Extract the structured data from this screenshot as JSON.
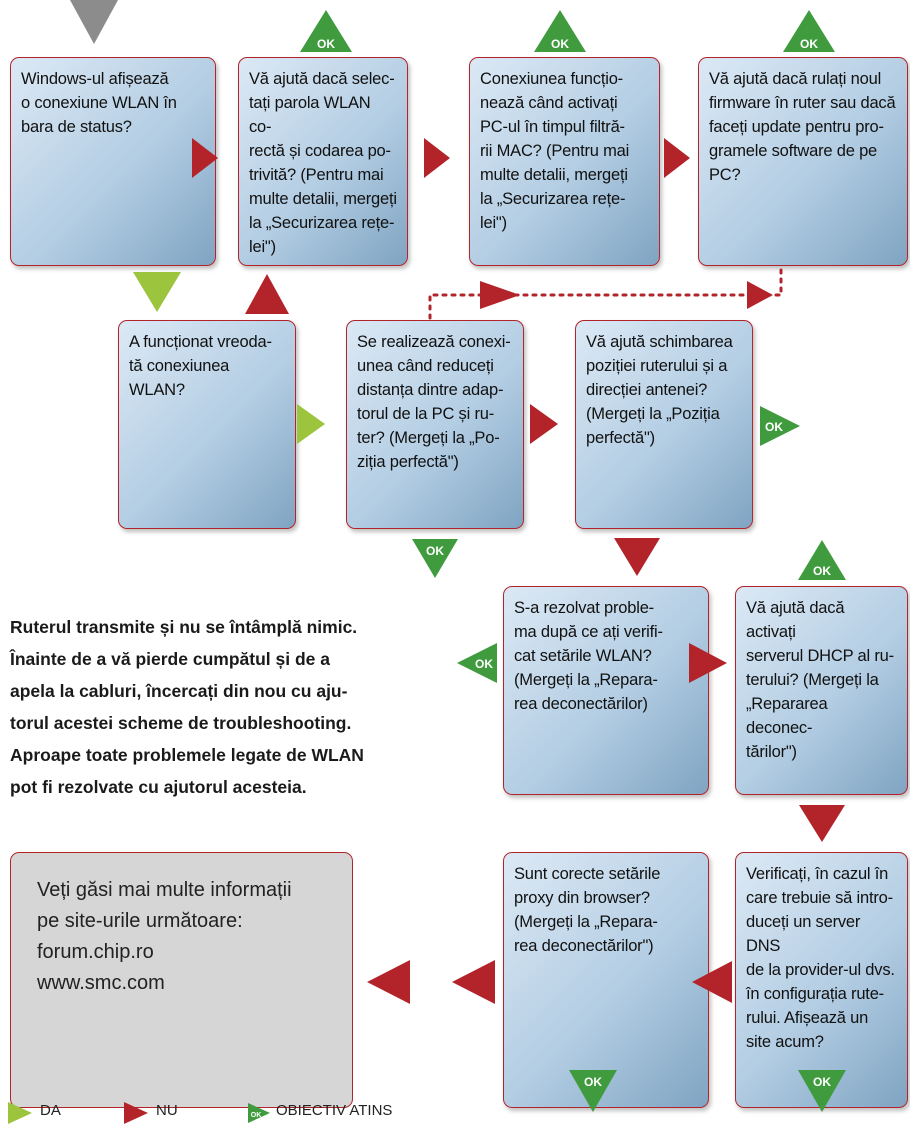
{
  "boxes": [
    {
      "id": "b1",
      "text": "Windows-ul afișează\no conexiune WLAN în\nbara de status?"
    },
    {
      "id": "b2",
      "text": "Vă ajută dacă selec-\ntați parola WLAN co-\nrectă și codarea po-\ntrivită? (Pentru mai\nmulte detalii, mergeți\nla „Securizarea rețe-\nlei\")"
    },
    {
      "id": "b3",
      "text": "Conexiunea funcțio-\nnează când activați\nPC-ul în timpul filtră-\nrii MAC? (Pentru mai\nmulte detalii, mergeți\nla „Securizarea rețe-\nlei\")"
    },
    {
      "id": "b4",
      "text": "Vă ajută dacă rulați noul\nfirmware în ruter sau dacă\nfaceți update pentru pro-\ngramele software de pe\nPC?"
    },
    {
      "id": "b5",
      "text": "A funcționat vreoda-\ntă conexiunea WLAN?"
    },
    {
      "id": "b6",
      "text": "Se realizează conexi-\nunea când reduceți\ndistanța dintre adap-\ntorul de la PC și ru-\nter? (Mergeți la „Po-\nziția perfectă\")"
    },
    {
      "id": "b7",
      "text": "Vă ajută schimbarea\npoziției ruterului și a\ndirecției antenei?\n(Mergeți la „Poziția\nperfectă\")"
    },
    {
      "id": "b8",
      "text": "S-a rezolvat proble-\nma după ce ați verifi-\ncat setările WLAN?\n(Mergeți la „Repara-\nrea deconectărilor)"
    },
    {
      "id": "b9",
      "text": "Vă ajută dacă activați\nserverul DHCP al ru-\nterului? (Mergeți la\n„Repararea deconec-\ntărilor\")"
    },
    {
      "id": "b10",
      "text": "Sunt corecte setările\nproxy din browser?\n(Mergeți la „Repara-\nrea deconectărilor\")"
    },
    {
      "id": "b11",
      "text": "Verificați, în cazul în\ncare trebuie să intro-\nduceți un server DNS\nde la provider-ul dvs.\nîn configurația rute-\nrului. Afișează un\nsite acum?"
    }
  ],
  "intro_text": "Ruterul transmite și nu se întâmplă nimic. Înainte de a vă pierde cumpătul și de a apela la cabluri, încercați din nou cu aju-torul acestei scheme de troubleshooting. Aproape toate problemele legate de WLAN pot fi rezolvate cu ajutorul acesteia.",
  "intro_lines": [
    "Ruterul transmite și nu se întâmplă nimic.",
    "Înainte de a vă pierde cumpătul și de a",
    "apela la cabluri, încercați din nou cu aju-",
    "torul acestei scheme de troubleshooting.",
    "Aproape toate problemele legate de WLAN",
    "pot fi rezolvate cu ajutorul acesteia."
  ],
  "info": {
    "lines": [
      "Veți găsi mai multe informații",
      "pe site-urile următoare:",
      "forum.chip.ro",
      "www.smc.com"
    ]
  },
  "ok_label": "OK",
  "legend": {
    "yes": "DA",
    "no": "NU",
    "goal": "OBIECTIV ATINS",
    "ok_small": "OK"
  },
  "colors": {
    "yes": "#9cc43c",
    "no": "#b2242a",
    "ok": "#3f9b3e",
    "start": "#8c8c8c",
    "box_border": "#b2242a",
    "info_bg": "#d6d6d6"
  }
}
